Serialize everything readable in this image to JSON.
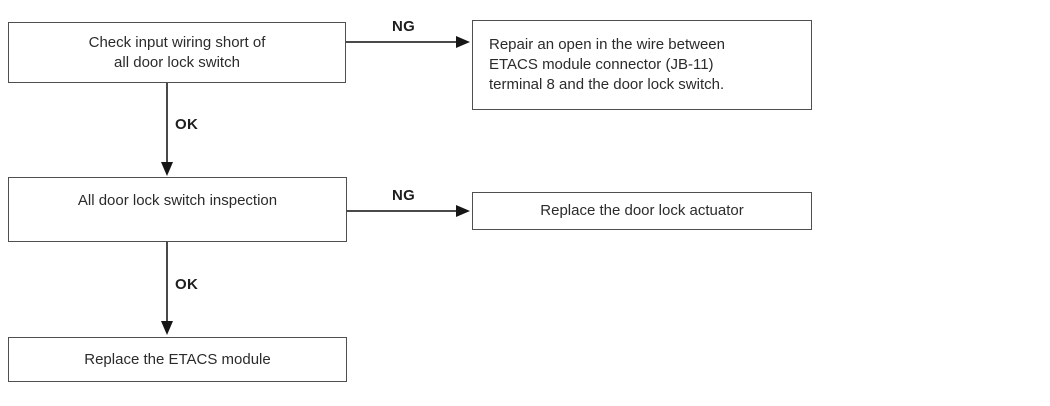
{
  "flowchart": {
    "background_color": "#ffffff",
    "box_border_color": "#4f4f4f",
    "connector_color": "#4a4a4a",
    "text_color": "#2b2b2b",
    "nodes": [
      {
        "id": "check-input-wiring-short",
        "align": "center",
        "lines": [
          "Check input wiring short of",
          "all door lock switch"
        ]
      },
      {
        "id": "repair-open-wire",
        "align": "left",
        "lines": [
          "Repair an open in the wire between",
          "ETACS module connector (JB-11)",
          "terminal 8 and the door lock switch."
        ]
      },
      {
        "id": "all-door-lock-switch-inspection",
        "align": "center",
        "lines": [
          "All door lock switch inspection"
        ]
      },
      {
        "id": "replace-door-lock-actuator",
        "align": "center",
        "lines": [
          "Replace the door lock actuator"
        ]
      },
      {
        "id": "replace-etacs-module",
        "align": "center",
        "lines": [
          "Replace the ETACS module"
        ]
      }
    ],
    "edges": [
      {
        "from": "check-input-wiring-short",
        "to": "repair-open-wire",
        "label": "NG",
        "direction": "right"
      },
      {
        "from": "check-input-wiring-short",
        "to": "all-door-lock-switch-inspection",
        "label": "OK",
        "direction": "down"
      },
      {
        "from": "all-door-lock-switch-inspection",
        "to": "replace-door-lock-actuator",
        "label": "NG",
        "direction": "right"
      },
      {
        "from": "all-door-lock-switch-inspection",
        "to": "replace-etacs-module",
        "label": "OK",
        "direction": "down"
      }
    ]
  }
}
